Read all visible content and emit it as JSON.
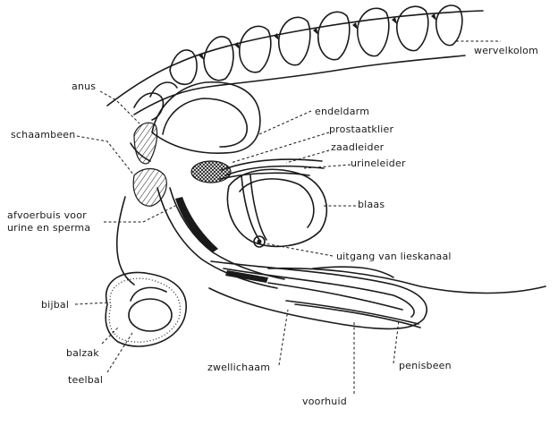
{
  "labels": {
    "wervelkolom": "wervelkolom",
    "anus": "anus",
    "endeldarm": "endeldarm",
    "prostaatklier": "prostaatklier",
    "schaambeen": "schaambeen",
    "zaadleider": "zaadleider",
    "urineleider": "urineleider",
    "blaas": "blaas",
    "afvoerbuis_line1": "afvoerbuis voor",
    "afvoerbuis_line2": "urine en sperma",
    "uitgang_lieskanaal": "uitgang van lieskanaal",
    "bijbal": "bijbal",
    "balzak": "balzak",
    "teelbal": "teelbal",
    "zwellichaam": "zwellichaam",
    "penisbeen": "penisbeen",
    "voorhuid": "voorhuid"
  }
}
